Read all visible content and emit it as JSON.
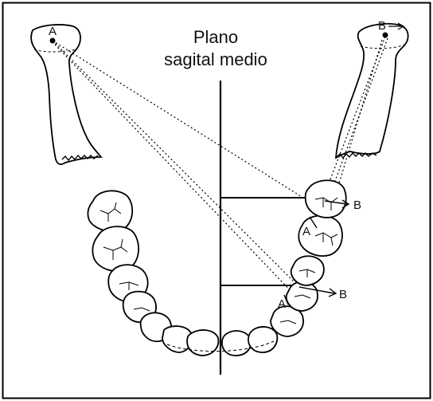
{
  "diagram": {
    "title_line1": "Plano",
    "title_line2": "sagital medio",
    "labels": {
      "left_condyle_point": "A",
      "right_condyle_point": "B",
      "upper_molar_A": "A",
      "upper_molar_B": "B",
      "lower_premolar_A": "A",
      "lower_premolar_B": "B"
    }
  }
}
